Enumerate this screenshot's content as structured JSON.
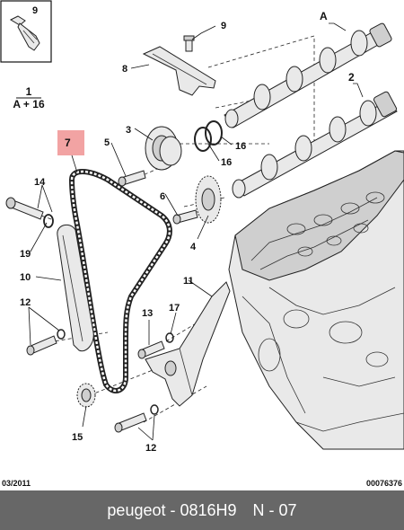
{
  "labels": {
    "inset": "9",
    "formula_num": "1",
    "formula_den": "A + 16",
    "cam_a": "A",
    "cam_2": "2",
    "p3": "3",
    "p4": "4",
    "p5": "5",
    "p6": "6",
    "p7": "7",
    "p8": "8",
    "p9": "9",
    "p10": "10",
    "p11": "11",
    "p12a": "12",
    "p12b": "12",
    "p13": "13",
    "p14": "14",
    "p15": "15",
    "p16a": "16",
    "p16b": "16",
    "p17": "17",
    "p19": "19"
  },
  "footer": {
    "date": "03/2011",
    "ref": "00076376"
  },
  "bottom_bar": {
    "part": "peugeot - 0816H9",
    "page": "N - 07"
  },
  "colors": {
    "highlight": "#f2a3a3",
    "bar": "#676767"
  }
}
